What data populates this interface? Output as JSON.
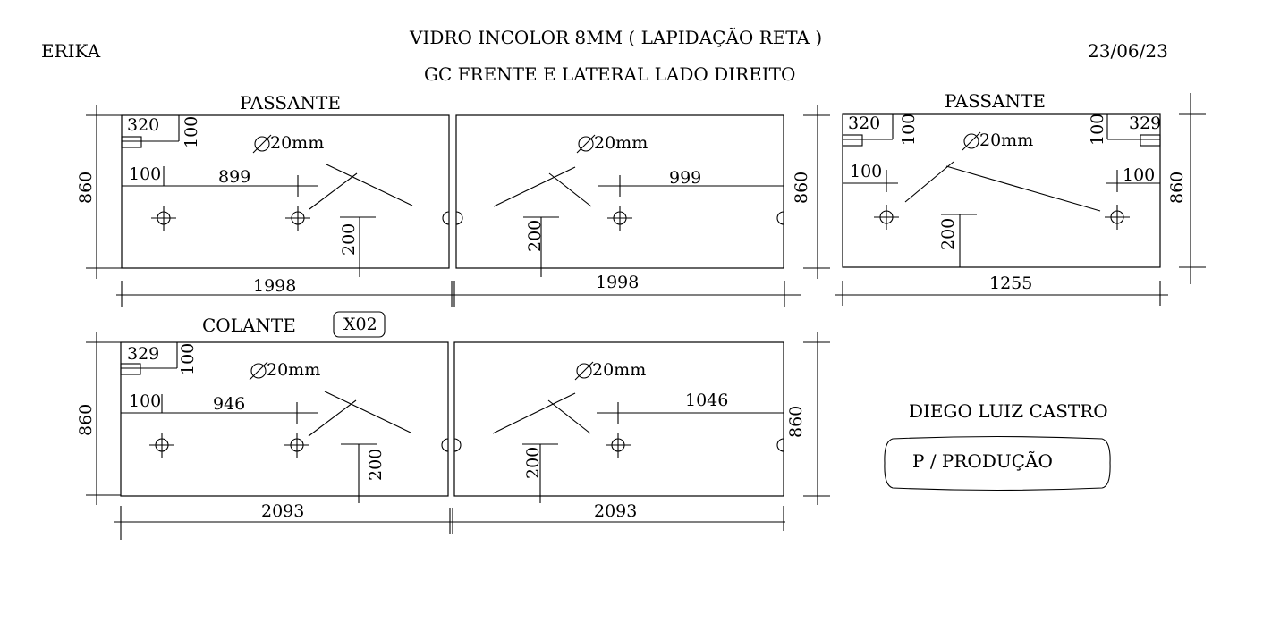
{
  "header": {
    "client": "ERIKA",
    "title_line1": "VIDRO INCOLOR 8MM   ( LAPIDAÇÃO RETA )",
    "title_line2": "GC FRENTE  E LATERAL    LADO DIREITO",
    "date": "23/06/23"
  },
  "top_row": {
    "section_label": "PASSANTE",
    "left_pane": {
      "height": "860",
      "notch_w": "320",
      "notch_h": "100",
      "hole_diameter": "20mm",
      "hole_offset": "100",
      "hole_spacing": "899",
      "hole_height": "200",
      "width": "1998"
    },
    "right_pane": {
      "hole_diameter": "20mm",
      "hole_spacing": "999",
      "hole_height": "200",
      "height": "860",
      "width": "1998"
    }
  },
  "side_pane": {
    "section_label": "PASSANTE",
    "notch_left_w": "320",
    "notch_left_h": "100",
    "notch_right_w": "329",
    "notch_right_h": "100",
    "hole_diameter": "20mm",
    "hole_offset_left": "100",
    "hole_offset_right": "100",
    "hole_height": "200",
    "height": "860",
    "width": "1255"
  },
  "bottom_row": {
    "section_label": "COLANTE",
    "quantity_badge": "X02",
    "left_pane": {
      "height": "860",
      "notch_w": "329",
      "notch_h": "100",
      "hole_diameter": "20mm",
      "hole_offset": "100",
      "hole_spacing": "946",
      "hole_height": "200",
      "width": "2093"
    },
    "right_pane": {
      "hole_diameter": "20mm",
      "hole_spacing": "1046",
      "hole_height": "200",
      "height": "860",
      "width": "2093"
    }
  },
  "footer": {
    "author": "DIEGO LUIZ CASTRO",
    "stamp": "P / PRODUÇÃO"
  }
}
